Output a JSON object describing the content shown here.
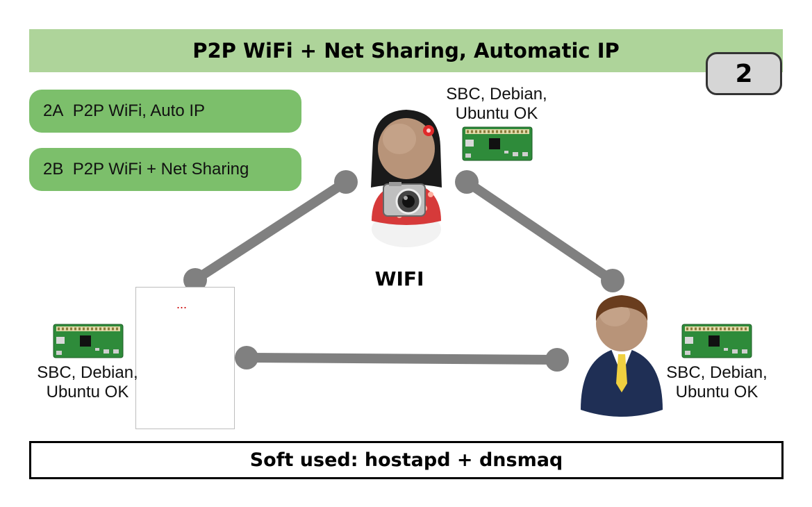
{
  "title": "P2P WiFi + Net Sharing, Automatic IP",
  "slide_number": "2",
  "options": [
    {
      "code": "2A",
      "label": "P2P WiFi, Auto IP"
    },
    {
      "code": "2B",
      "label": "P2P WiFi + Net Sharing"
    }
  ],
  "nodes": {
    "top": {
      "line1": "SBC, Debian,",
      "line2": "Ubuntu OK"
    },
    "left": {
      "line1": "SBC, Debian,",
      "line2": "Ubuntu OK"
    },
    "right": {
      "line1": "SBC, Debian,",
      "line2": "Ubuntu OK"
    }
  },
  "link_label": "WIFI",
  "broken_image_text": "...",
  "footer": "Soft used: hostapd + dnsmaq",
  "colors": {
    "title_bg": "#aed49a",
    "pill_bg": "#7cbf6b",
    "link_gray": "#808080",
    "board_green": "#2e8b3a"
  }
}
